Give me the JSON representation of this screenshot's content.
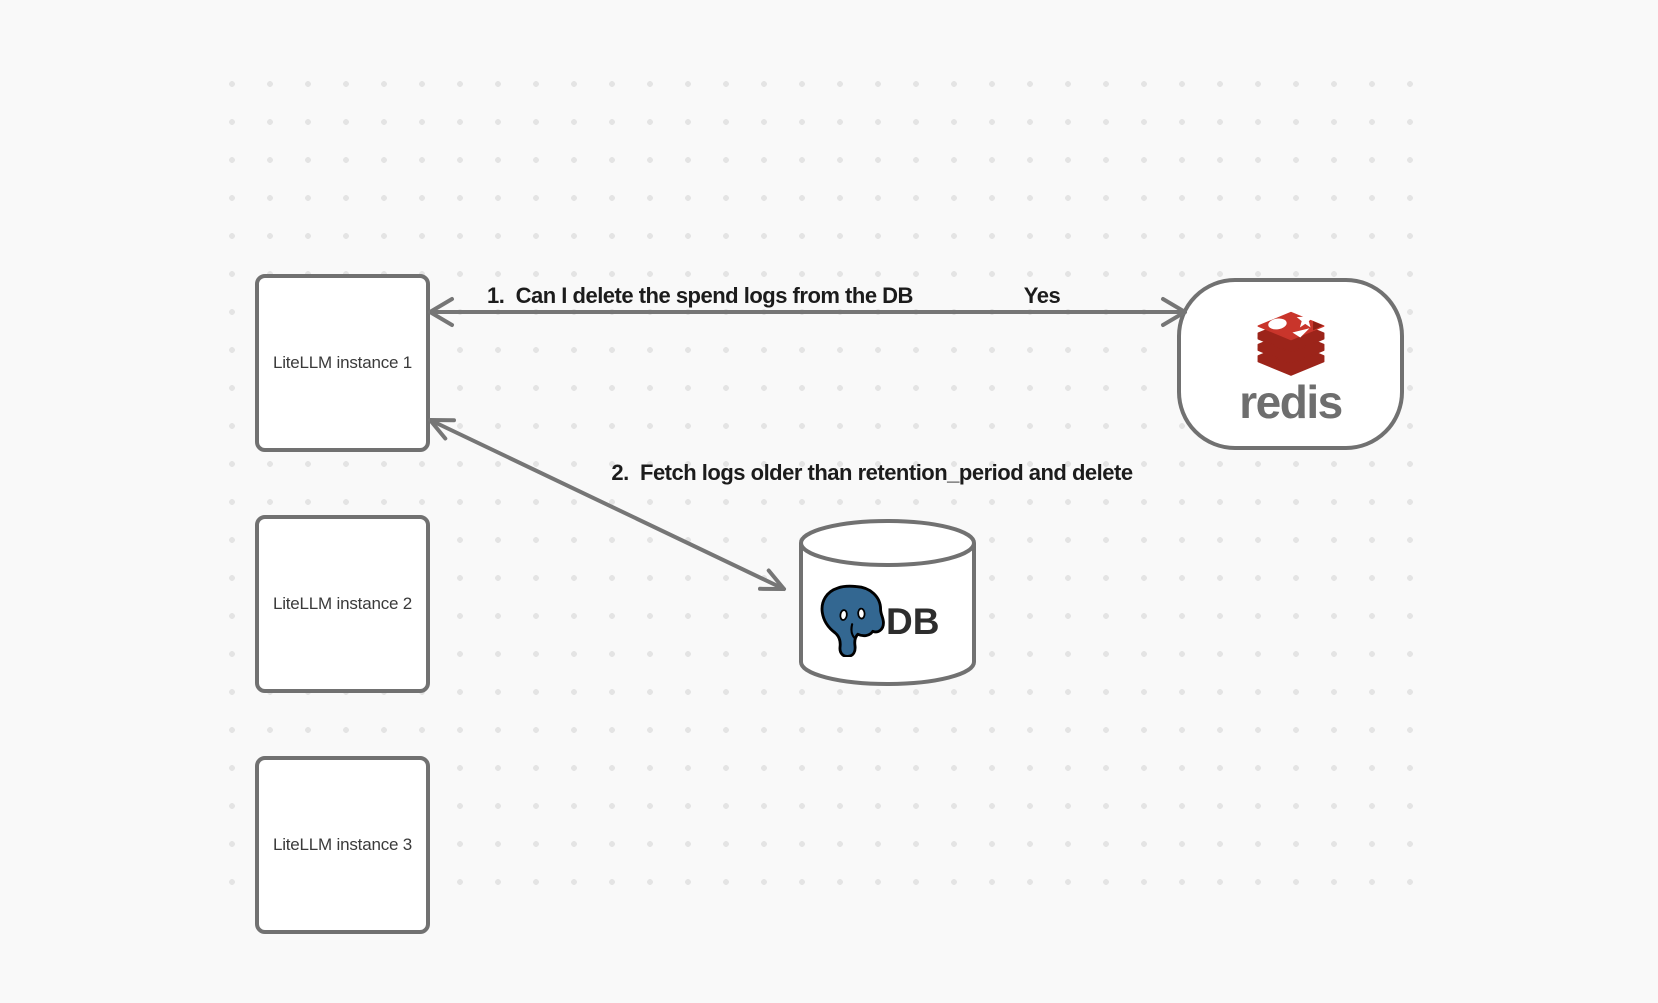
{
  "canvas": {
    "background": "#f9f9f9",
    "dot_color": "#e4e4e4"
  },
  "colors": {
    "stroke-gray": "#717171",
    "arrow-gray": "#767676",
    "label-dark": "#1c1c1c",
    "node-text": "#3a3a3a",
    "redis-red": "#C9352B",
    "redis-red-dark": "#9C241A",
    "redis-wordmark": "#6e6e6e",
    "postgres-blue": "#336791"
  },
  "nodes": {
    "instances": [
      {
        "label": "LiteLLM instance 1"
      },
      {
        "label": "LiteLLM instance 2"
      },
      {
        "label": "LiteLLM instance 3"
      }
    ],
    "redis": {
      "wordmark": "redis"
    },
    "db": {
      "label": "DB"
    }
  },
  "arrows": {
    "arrow1": {
      "question": "1.  Can I delete the spend logs from the DB",
      "answer": "Yes"
    },
    "arrow2": {
      "label": "2.  Fetch logs older than retention_period and delete"
    }
  }
}
